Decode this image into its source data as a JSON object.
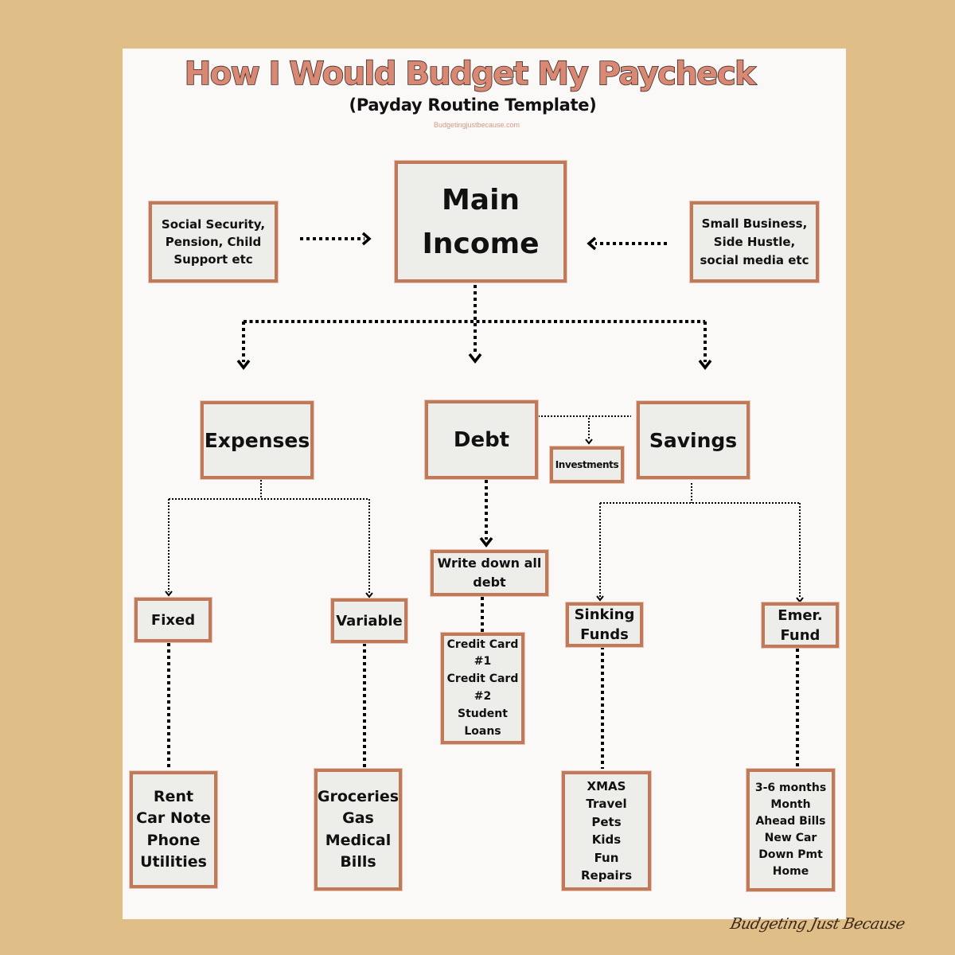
{
  "header": {
    "title": "How I Would Budget My Paycheck",
    "subtitle": "(Payday Routine Template)",
    "website": "Budgetingjustbecause.com"
  },
  "colors": {
    "background": "#dfbe87",
    "card": "#faf9f7",
    "box_fill": "#ededea",
    "box_border": "#c07a5a",
    "title_fill": "#d98873",
    "text": "#111111"
  },
  "income": {
    "main": "Main\nIncome",
    "left_source": "Social Security,\nPension, Child\nSupport etc",
    "right_source": "Small Business,\nSide Hustle,\nsocial media etc"
  },
  "categories": {
    "expenses": "Expenses",
    "debt": "Debt",
    "savings": "Savings",
    "investments": "Investments"
  },
  "expenses": {
    "fixed": {
      "label": "Fixed",
      "items": "Rent\nCar Note\nPhone\nUtilities"
    },
    "variable": {
      "label": "Variable",
      "items": "Groceries\nGas\nMedical\nBills"
    }
  },
  "debt": {
    "step": "Write down all\ndebt",
    "items": "Credit Card\n#1\nCredit Card\n#2\nStudent\nLoans"
  },
  "savings": {
    "sinking": {
      "label": "Sinking\nFunds",
      "items": "XMAS\nTravel\nPets\nKids\nFun\nRepairs"
    },
    "emergency": {
      "label": "Emer.\nFund",
      "items": "3-6 months\nMonth\nAhead Bills\nNew Car\nDown Pmt\nHome"
    }
  },
  "footer": {
    "signature": "Budgeting Just Because"
  }
}
